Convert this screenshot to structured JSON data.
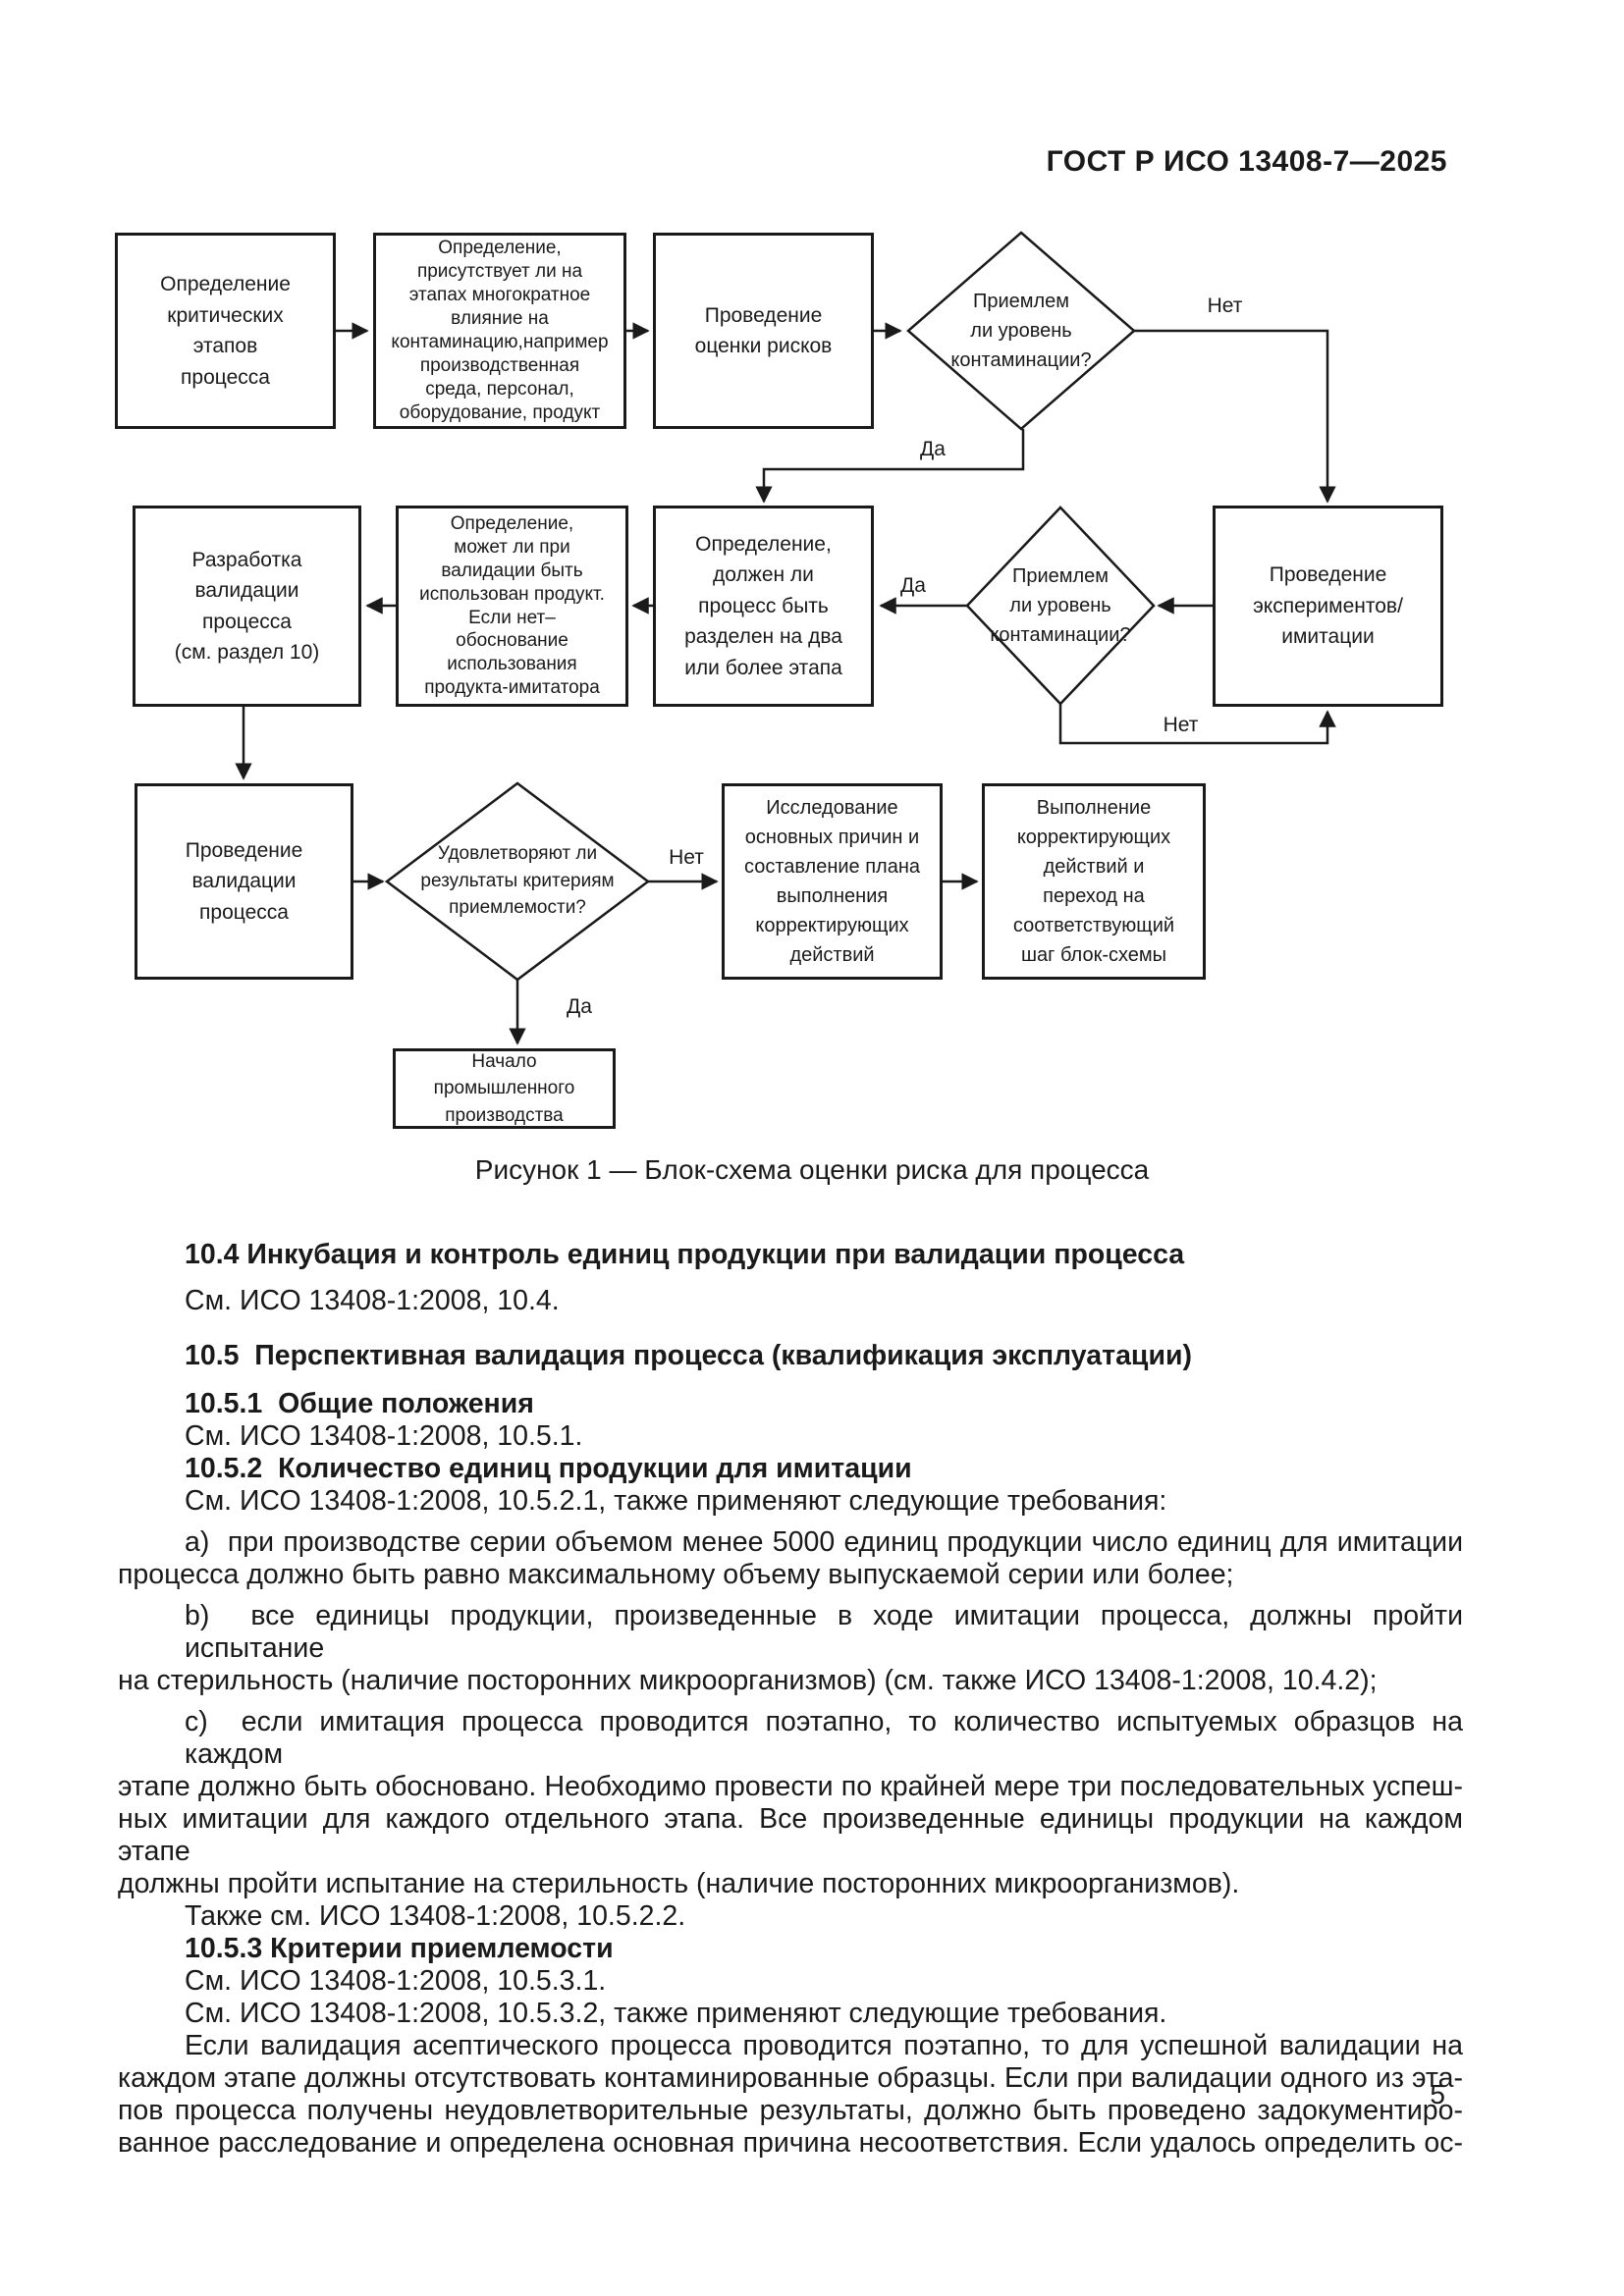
{
  "page": {
    "header": "ГОСТ Р ИСО 13408-7—2025",
    "page_number": "5"
  },
  "flowchart": {
    "caption": "Рисунок 1 — Блок-схема оценки риска для процесса",
    "nodes": {
      "define_critical": "Определение\nкритических\nэтапов\nпроцесса",
      "define_influence": "Определение,\nприсутствует ли на\nэтапах многократное\nвлияние на\nконтаминацию,например\nпроизводственная\nсреда, персонал,\nоборудование, продукт",
      "risk_assessment": "Проведение\nоценки рисков",
      "decision_contamination_1": "Приемлем\nли уровень\nконтаминации?",
      "experiments": "Проведение\nэкспериментов/\nимитации",
      "decision_contamination_2": "Приемлем\nли уровень\nконтаминации?",
      "define_split": "Определение,\nдолжен ли\nпроцесс быть\nразделен на два\nили более этапа",
      "define_product": "Определение,\nможет ли при\nвалидации быть\nиспользован продукт.\nЕсли нет–\nобоснование\nиспользования\nпродукта-имитатора",
      "develop_validation": "Разработка\nвалидации\nпроцесса\n(см. раздел 10)",
      "conduct_validation": "Проведение\nвалидации\nпроцесса",
      "decision_acceptance": "Удовлетворяют ли\nрезультаты критериям\nприемлемости?",
      "investigation": "Исследование\nосновных причин и\nсоставление плана\nвыполнения\nкорректирующих\nдействий",
      "corrective_actions": "Выполнение\nкорректирующих\nдействий и\nпереход на\nсоответствующий\nшаг блок-схемы",
      "start_production": "Начало\nпромышленного\nпроизводства"
    },
    "labels": {
      "no1": "Нет",
      "yes1": "Да",
      "yes2": "Да",
      "no2": "Нет",
      "no3": "Нет",
      "yes3": "Да"
    }
  },
  "body": {
    "lines": [
      {
        "text": "10.4 Инкубация и контроль единиц продукции при валидации процесса"
      },
      {
        "text": "См. ИСО 13408-1:2008, 10.4."
      },
      {
        "text": "10.5  Перспективная валидация процесса (квалификация эксплуатации)"
      },
      {
        "text": "10.5.1  Общие положения"
      },
      {
        "text": "См. ИСО 13408-1:2008, 10.5.1."
      },
      {
        "text": "10.5.2  Количество единиц продукции для имитации"
      },
      {
        "text": "См. ИСО 13408-1:2008, 10.5.2.1, также применяют следующие требования:"
      },
      {
        "text": "a)  при производстве серии объемом менее 5000 единиц продукции число единиц для имитации"
      },
      {
        "text": "процесса должно быть равно максимальному объему выпускаемой серии или более;"
      },
      {
        "text": "b)  все единицы продукции, произведенные в ходе имитации процесса, должны пройти испытание"
      },
      {
        "text": "на стерильность (наличие посторонних микроорганизмов) (см. также ИСО 13408-1:2008, 10.4.2);"
      },
      {
        "text": "c)  если имитация процесса проводится поэтапно, то количество испытуемых образцов на каждом"
      },
      {
        "text": "этапе должно быть обосновано. Необходимо провести по крайней мере три последовательных успеш-"
      },
      {
        "text": "ных имитации для каждого отдельного этапа. Все произведенные единицы продукции на каждом этапе"
      },
      {
        "text": "должны пройти испытание на стерильность (наличие посторонних микроорганизмов)."
      },
      {
        "text": "Также см. ИСО 13408-1:2008, 10.5.2.2."
      },
      {
        "text": "10.5.3 Критерии приемлемости"
      },
      {
        "text": "См. ИСО 13408-1:2008, 10.5.3.1."
      },
      {
        "text": "См. ИСО 13408-1:2008, 10.5.3.2, также применяют следующие требования."
      },
      {
        "text": "Если валидация асептического процесса проводится поэтапно, то для успешной валидации на"
      },
      {
        "text": "каждом этапе должны отсутствовать контаминированные образцы. Если при валидации одного из эта-"
      },
      {
        "text": "пов процесса получены неудовлетворительные результаты, должно быть проведено задокументиро-"
      },
      {
        "text": "ванное расследование и определена основная причина несоответствия. Если удалось определить ос-"
      }
    ]
  }
}
